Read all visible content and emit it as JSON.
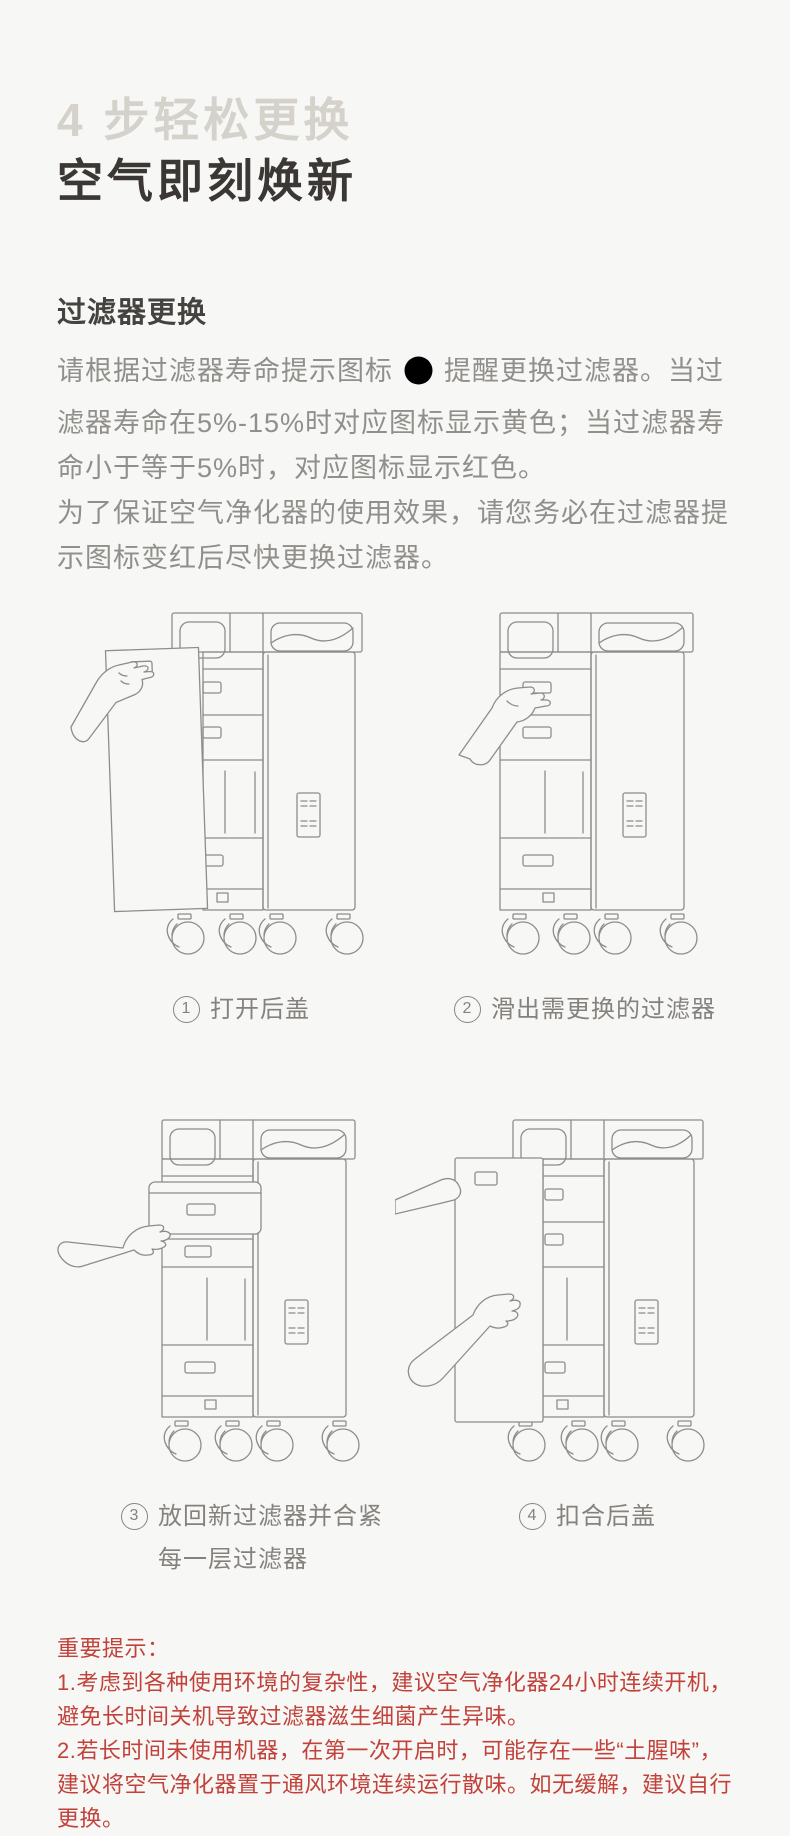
{
  "page": {
    "background": "#f7f7f5"
  },
  "hero": {
    "subtitle": "4 步轻松更换",
    "title": "空气即刻焕新"
  },
  "section": {
    "title": "过滤器更换",
    "para1_before_icon": "请根据过滤器寿命提示图标",
    "icon": "filter-life-indicator-icon",
    "para1_after_icon": "提醒更换过滤器。当过滤器寿命在5%-15%时对应图标显示黄色；当过滤器寿命小于等于5%时，对应图标显示红色。",
    "para2": "为了保证空气净化器的使用效果，请您务必在过滤器提示图标变红后尽快更换过滤器。"
  },
  "steps": [
    {
      "num": "1",
      "label": "打开后盖"
    },
    {
      "num": "2",
      "label": "滑出需更换的过滤器"
    },
    {
      "num": "3",
      "label": "放回新过滤器并合紧",
      "label2": "每一层过滤器"
    },
    {
      "num": "4",
      "label": "扣合后盖"
    }
  ],
  "notice": {
    "color": "#c2423b",
    "title": "重要提示：",
    "items": [
      "1.考虑到各种使用环境的复杂性，建议空气净化器24小时连续开机，避免长时间关机导致过滤器滋生细菌产生异味。",
      "2.若长时间未使用机器，在第一次开启时，可能存在一些“土腥味”，建议将空气净化器置于通风环境连续运行散味。如无缓解，建议自行更换。"
    ]
  }
}
